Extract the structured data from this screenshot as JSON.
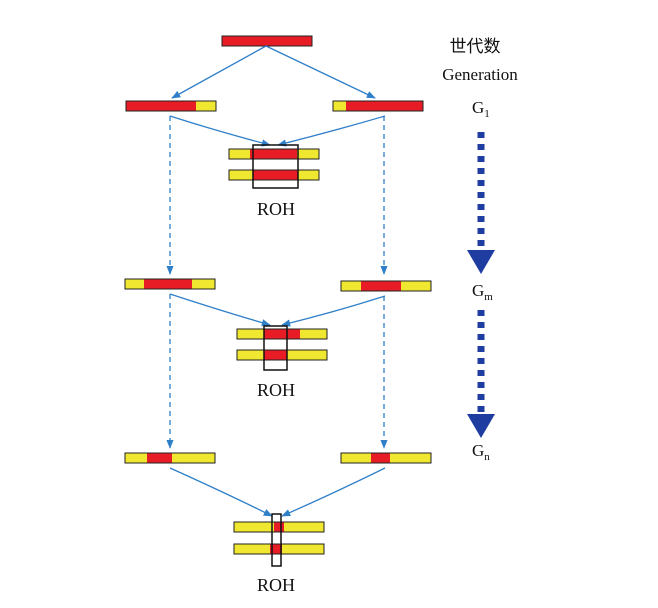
{
  "header": {
    "title_cn": "世代数",
    "title_en": "Generation"
  },
  "generations": [
    {
      "main": "G",
      "sub": "1"
    },
    {
      "main": "G",
      "sub": "m"
    },
    {
      "main": "G",
      "sub": "n"
    }
  ],
  "roh_labels": [
    "ROH",
    "ROH",
    "ROH"
  ],
  "colors": {
    "chromosome": "#f0e830",
    "segment": "#e81c24",
    "arrow": "#2f7fc8",
    "generation_arrow": "#1f3ca0",
    "outline": "#222222"
  }
}
